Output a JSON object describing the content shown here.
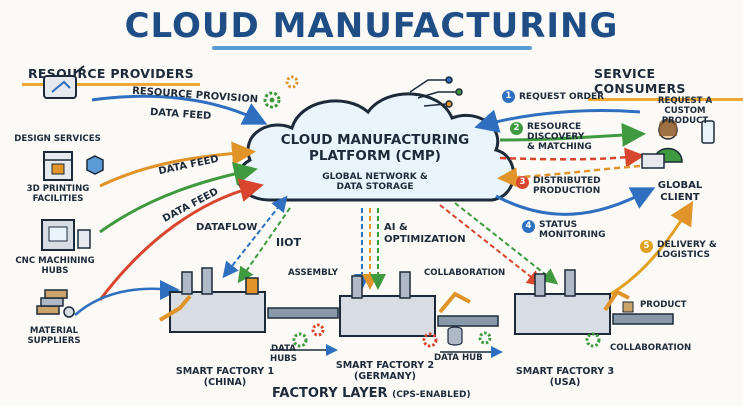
{
  "title": "CLOUD MANUFACTURING",
  "resource_providers": {
    "heading": "RESOURCE PROVIDERS",
    "items": [
      {
        "label": "DESIGN SERVICES",
        "icon": "design-tablet-icon"
      },
      {
        "label": "3D PRINTING FACILITIES",
        "icon": "3d-printer-icon"
      },
      {
        "label": "CNC MACHINING HUBS",
        "icon": "cnc-machine-icon"
      },
      {
        "label": "MATERIAL SUPPLIERS",
        "icon": "material-stack-icon"
      }
    ]
  },
  "service_consumers": {
    "heading": "SERVICE CONSUMERS",
    "request_label": "REQUEST A CUSTOM PRODUCT",
    "client_label": "GLOBAL CLIENT"
  },
  "platform": {
    "name_line1": "CLOUD MANUFACTURING",
    "name_line2": "PLATFORM (CMP)",
    "sub_line1": "GLOBAL NETWORK &",
    "sub_line2": "DATA STORAGE"
  },
  "arrows": {
    "resource_provision": "RESOURCE PROVISION",
    "data_feed_1": "DATA FEED",
    "data_feed_2": "DATA FEED",
    "data_feed_3": "DATA FEED",
    "dataflow": "DATAFLOW",
    "iiot": "IIoT",
    "ai_line1": "AI &",
    "ai_line2": "OPTIMIZATION"
  },
  "steps": [
    {
      "num": "1",
      "line1": "REQUEST ORDER",
      "line2": "",
      "line3": "",
      "color": "#2e6fbf"
    },
    {
      "num": "2",
      "line1": "RESOURCE",
      "line2": "DISCOVERY",
      "line3": "& MATCHING",
      "color": "#3f9a3f"
    },
    {
      "num": "3",
      "line1": "DISTRIBUTED",
      "line2": "PRODUCTION",
      "line3": "",
      "color": "#d9462e"
    },
    {
      "num": "4",
      "line1": "STATUS",
      "line2": "MONITORING",
      "line3": "",
      "color": "#2e6fbf"
    },
    {
      "num": "5",
      "line1": "DELIVERY &",
      "line2": "LOGISTICS",
      "line3": "",
      "color": "#e0a020"
    }
  ],
  "factories": [
    {
      "name_line1": "SMART FACTORY 1",
      "name_line2": "(CHINA)"
    },
    {
      "name_line1": "SMART FACTORY 2",
      "name_line2": "(GERMANY)"
    },
    {
      "name_line1": "SMART FACTORY 3",
      "name_line2": "(USA)"
    }
  ],
  "factory_annotations": {
    "assembly": "ASSEMBLY",
    "collaboration_1": "COLLABORATION",
    "data_hubs_line1": "DATA",
    "data_hubs_line2": "HUBS",
    "data_hub": "DATA HUB",
    "product": "PRODUCT",
    "collaboration_2": "COLLABORATION"
  },
  "factory_layer": {
    "label": "FACTORY LAYER",
    "sub": "(CPS-ENABLED)"
  },
  "colors": {
    "title": "#1f4e86",
    "cloud_fill": "#eaf4fc",
    "cloud_stroke": "#1d2a3a",
    "blue_arrow": "#2e6fbf",
    "orange_arrow": "#e0942a",
    "green_arrow": "#3f9a3f",
    "red_arrow": "#d9462e",
    "accent_underline": "#f0a830"
  }
}
